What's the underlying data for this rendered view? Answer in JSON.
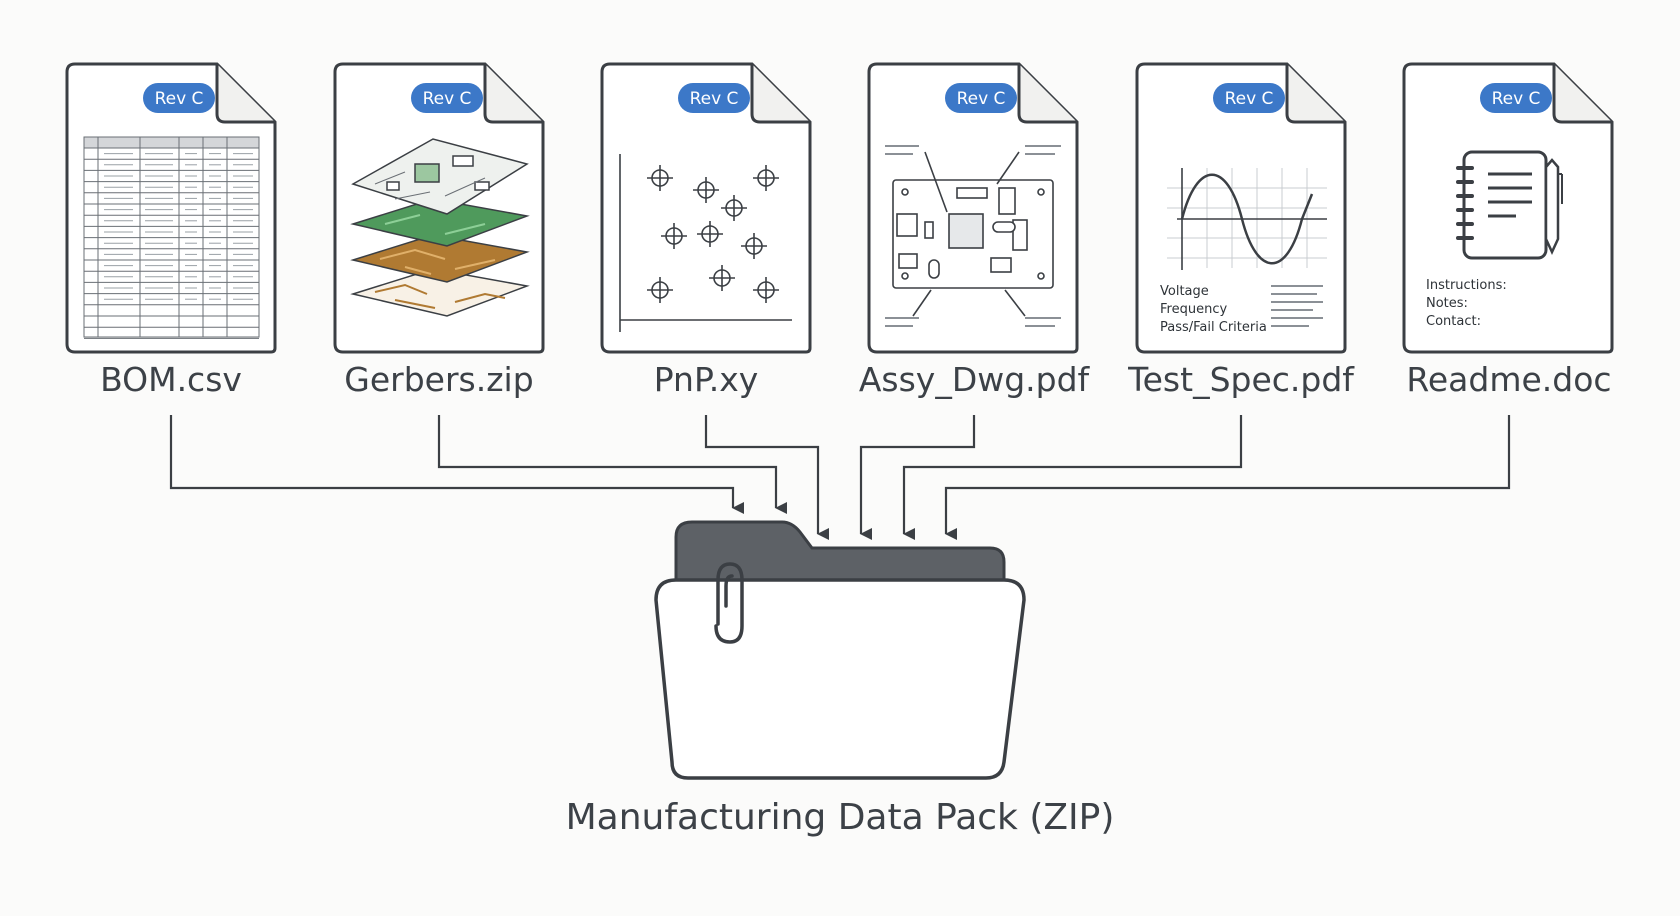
{
  "files": [
    {
      "name": "BOM.csv",
      "rev": "Rev C",
      "icon": "spreadsheet-icon"
    },
    {
      "name": "Gerbers.zip",
      "rev": "Rev C",
      "icon": "pcb-layers-icon"
    },
    {
      "name": "PnP.xy",
      "rev": "Rev C",
      "icon": "pick-and-place-plot-icon"
    },
    {
      "name": "Assy_Dwg.pdf",
      "rev": "Rev C",
      "icon": "assembly-drawing-icon"
    },
    {
      "name": "Test_Spec.pdf",
      "rev": "Rev C",
      "icon": "waveform-chart-icon",
      "text_lines": [
        "Voltage",
        "Frequency",
        "Pass/Fail Criteria"
      ]
    },
    {
      "name": "Readme.doc",
      "rev": "Rev C",
      "icon": "notebook-pen-icon",
      "text_lines": [
        "Instructions:",
        "Notes:",
        "Contact:"
      ]
    }
  ],
  "pack": {
    "label": "Manufacturing Data Pack (ZIP)",
    "icon": "folder-paperclip-icon"
  },
  "colors": {
    "line": "#3b3f44",
    "badge": "#3c78c8",
    "pcb_green": "#4f9a5c",
    "pcb_copper": "#b07a32",
    "folder_tab": "#5d6166"
  }
}
